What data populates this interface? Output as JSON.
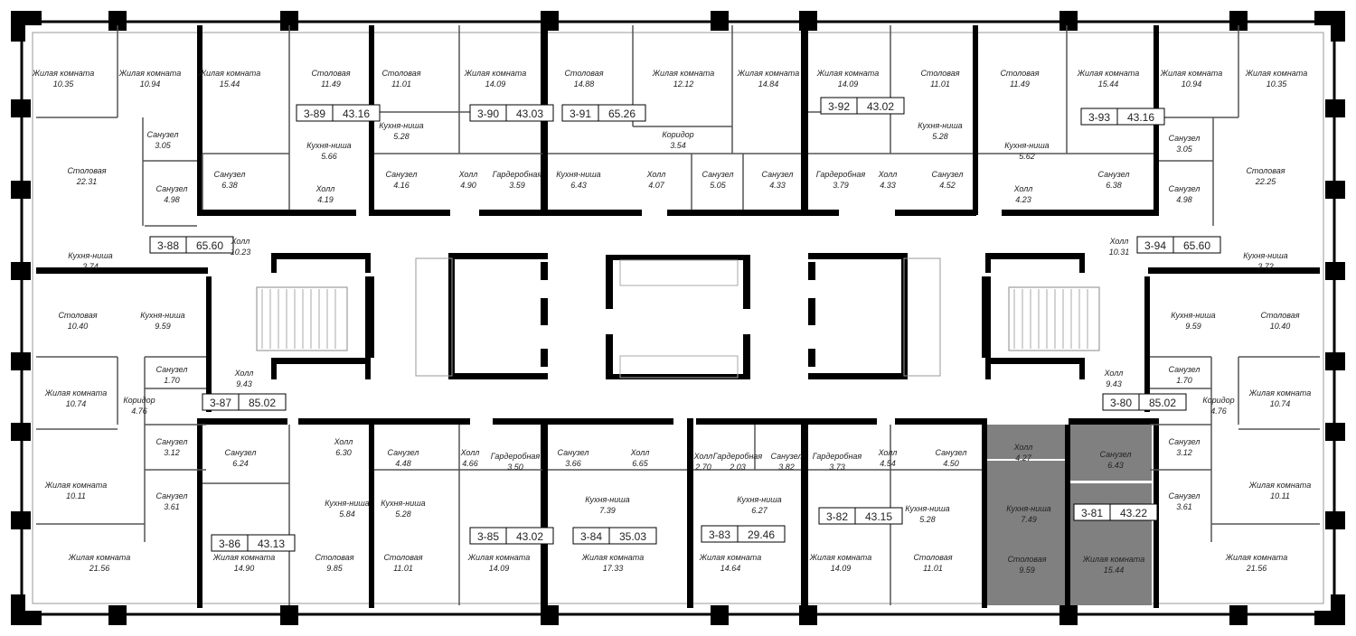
{
  "colors": {
    "wall": "#000000",
    "thin": "#777777",
    "highlight": "#808080",
    "text": "#222222"
  },
  "apartments": [
    {
      "id": "3-89",
      "area": "43.16"
    },
    {
      "id": "3-90",
      "area": "43.03"
    },
    {
      "id": "3-91",
      "area": "65.26"
    },
    {
      "id": "3-92",
      "area": "43.02"
    },
    {
      "id": "3-93",
      "area": "43.16"
    },
    {
      "id": "3-88",
      "area": "65.60"
    },
    {
      "id": "3-94",
      "area": "65.60"
    },
    {
      "id": "3-87",
      "area": "85.02"
    },
    {
      "id": "3-80",
      "area": "85.02"
    },
    {
      "id": "3-86",
      "area": "43.13"
    },
    {
      "id": "3-85",
      "area": "43.02"
    },
    {
      "id": "3-84",
      "area": "35.03"
    },
    {
      "id": "3-83",
      "area": "29.46"
    },
    {
      "id": "3-82",
      "area": "43.15"
    },
    {
      "id": "3-81",
      "area": "43.22",
      "highlighted": true
    }
  ],
  "rooms": [
    {
      "name": "Жилая комната",
      "area": "10.35"
    },
    {
      "name": "Жилая комната",
      "area": "10.94"
    },
    {
      "name": "Санузел",
      "area": "3.05"
    },
    {
      "name": "Столовая",
      "area": "22.31"
    },
    {
      "name": "Санузел",
      "area": "4.98"
    },
    {
      "name": "Кухня-ниша",
      "area": "3.74"
    },
    {
      "name": "Холл",
      "area": "10.23"
    },
    {
      "name": "Жилая комната",
      "area": "15.44"
    },
    {
      "name": "Столовая",
      "area": "11.49"
    },
    {
      "name": "Кухня-ниша",
      "area": "5.66"
    },
    {
      "name": "Санузел",
      "area": "6.38"
    },
    {
      "name": "Холл",
      "area": "4.19"
    },
    {
      "name": "Столовая",
      "area": "11.01"
    },
    {
      "name": "Кухня-ниша",
      "area": "5.28"
    },
    {
      "name": "Жилая комната",
      "area": "14.09"
    },
    {
      "name": "Санузел",
      "area": "4.16"
    },
    {
      "name": "Холл",
      "area": "4.90"
    },
    {
      "name": "Гардеробная",
      "area": "3.59"
    },
    {
      "name": "Столовая",
      "area": "14.88"
    },
    {
      "name": "Кухня-ниша",
      "area": "6.43"
    },
    {
      "name": "Жилая комната",
      "area": "12.12"
    },
    {
      "name": "Коридор",
      "area": "3.54"
    },
    {
      "name": "Холл",
      "area": "4.07"
    },
    {
      "name": "Санузел",
      "area": "5.05"
    },
    {
      "name": "Жилая комната",
      "area": "14.84"
    },
    {
      "name": "Санузел",
      "area": "4.33"
    },
    {
      "name": "Жилая комната",
      "area": "14.09"
    },
    {
      "name": "Гардеробная",
      "area": "3.79"
    },
    {
      "name": "Холл",
      "area": "4.33"
    },
    {
      "name": "Столовая",
      "area": "11.01"
    },
    {
      "name": "Кухня-ниша",
      "area": "5.28"
    },
    {
      "name": "Санузел",
      "area": "4.52"
    },
    {
      "name": "Столовая",
      "area": "11.49"
    },
    {
      "name": "Кухня-ниша",
      "area": "5.62"
    },
    {
      "name": "Холл",
      "area": "4.23"
    },
    {
      "name": "Жилая комната",
      "area": "15.44"
    },
    {
      "name": "Санузел",
      "area": "6.38"
    },
    {
      "name": "Жилая комната",
      "area": "10.94"
    },
    {
      "name": "Жилая комната",
      "area": "10.35"
    },
    {
      "name": "Санузел",
      "area": "3.05"
    },
    {
      "name": "Столовая",
      "area": "22.25"
    },
    {
      "name": "Санузел",
      "area": "4.98"
    },
    {
      "name": "Холл",
      "area": "10.31"
    },
    {
      "name": "Кухня-ниша",
      "area": "3.72"
    },
    {
      "name": "Столовая",
      "area": "10.40"
    },
    {
      "name": "Кухня-ниша",
      "area": "9.59"
    },
    {
      "name": "Санузел",
      "area": "1.70"
    },
    {
      "name": "Холл",
      "area": "9.43"
    },
    {
      "name": "Жилая комната",
      "area": "10.74"
    },
    {
      "name": "Коридор",
      "area": "4.76"
    },
    {
      "name": "Санузел",
      "area": "3.12"
    },
    {
      "name": "Жилая комната",
      "area": "10.11"
    },
    {
      "name": "Санузел",
      "area": "3.61"
    },
    {
      "name": "Жилая комната",
      "area": "21.56"
    },
    {
      "name": "Кухня-ниша",
      "area": "9.59"
    },
    {
      "name": "Столовая",
      "area": "10.40"
    },
    {
      "name": "Холл",
      "area": "9.43"
    },
    {
      "name": "Санузел",
      "area": "1.70"
    },
    {
      "name": "Жилая комната",
      "area": "10.74"
    },
    {
      "name": "Коридор",
      "area": "4.76"
    },
    {
      "name": "Санузел",
      "area": "3.12"
    },
    {
      "name": "Жилая комната",
      "area": "10.11"
    },
    {
      "name": "Санузел",
      "area": "3.61"
    },
    {
      "name": "Жилая комната",
      "area": "21.56"
    },
    {
      "name": "Санузел",
      "area": "6.24"
    },
    {
      "name": "Холл",
      "area": "6.30"
    },
    {
      "name": "Кухня-ниша",
      "area": "5.84"
    },
    {
      "name": "Жилая комната",
      "area": "14.90"
    },
    {
      "name": "Столовая",
      "area": "9.85"
    },
    {
      "name": "Санузел",
      "area": "4.48"
    },
    {
      "name": "Холл",
      "area": "4.66"
    },
    {
      "name": "Гардеробная",
      "area": "3.50"
    },
    {
      "name": "Кухня-ниша",
      "area": "5.28"
    },
    {
      "name": "Столовая",
      "area": "11.01"
    },
    {
      "name": "Жилая комната",
      "area": "14.09"
    },
    {
      "name": "Санузел",
      "area": "3.66"
    },
    {
      "name": "Холл",
      "area": "6.65"
    },
    {
      "name": "Кухня-ниша",
      "area": "7.39"
    },
    {
      "name": "Жилая комната",
      "area": "17.33"
    },
    {
      "name": "Холл",
      "area": "2.70"
    },
    {
      "name": "Гардеробная",
      "area": "2.03"
    },
    {
      "name": "Санузел",
      "area": "3.82"
    },
    {
      "name": "Кухня-ниша",
      "area": "6.27"
    },
    {
      "name": "Жилая комната",
      "area": "14.64"
    },
    {
      "name": "Гардеробная",
      "area": "3.73"
    },
    {
      "name": "Холл",
      "area": "4.54"
    },
    {
      "name": "Санузел",
      "area": "4.50"
    },
    {
      "name": "Кухня-ниша",
      "area": "5.28"
    },
    {
      "name": "Жилая комната",
      "area": "14.09"
    },
    {
      "name": "Столовая",
      "area": "11.01"
    },
    {
      "name": "Холл",
      "area": "4.27"
    },
    {
      "name": "Санузел",
      "area": "6.43"
    },
    {
      "name": "Кухня-ниша",
      "area": "7.49"
    },
    {
      "name": "Столовая",
      "area": "9.59"
    },
    {
      "name": "Жилая комната",
      "area": "15.44"
    }
  ]
}
